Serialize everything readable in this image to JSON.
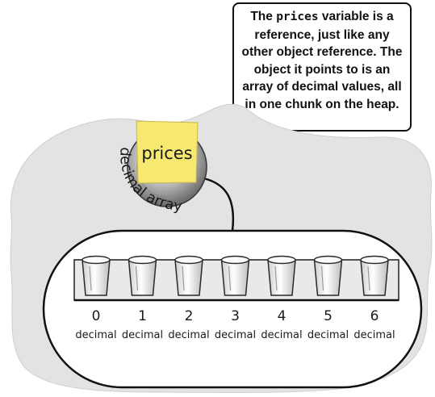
{
  "callout": {
    "before": "The ",
    "code": "prices",
    "after": " variable is a reference, just like any other object reference. The object it points to is an array of decimal values, all in one chunk on the heap."
  },
  "reference": {
    "name_label": "prices",
    "type_label": "decimal array"
  },
  "array": {
    "element_type": "decimal",
    "indices": [
      "0",
      "1",
      "2",
      "3",
      "4",
      "5",
      "6"
    ]
  },
  "colors": {
    "heap": "#e3e3e3",
    "sticky_note": "#f6e870",
    "cup": "#f4f4f4"
  }
}
